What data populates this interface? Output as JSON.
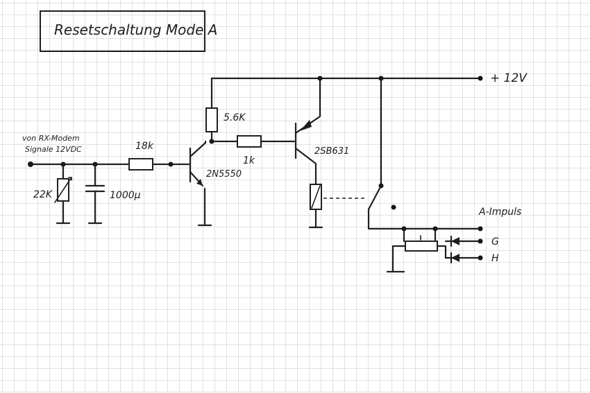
{
  "title": "Resetschaltung Mode A",
  "colors": {
    "paper": "#ffffff",
    "grid": "#c4c4c4",
    "ink": "#1f1f1f"
  },
  "labels": {
    "supply": "+ 12V",
    "input_line1": "von RX-Modem",
    "input_line2": "Signale 12VDC",
    "r_18k": "18k",
    "r_5k6": "5.6K",
    "r_1k": "1k",
    "r_22k": "22K",
    "c_1000u": "1000µ",
    "t1": "2N5550",
    "t2": "2SB631",
    "output": "A-Impuls",
    "out_g": "G",
    "out_h": "H"
  }
}
